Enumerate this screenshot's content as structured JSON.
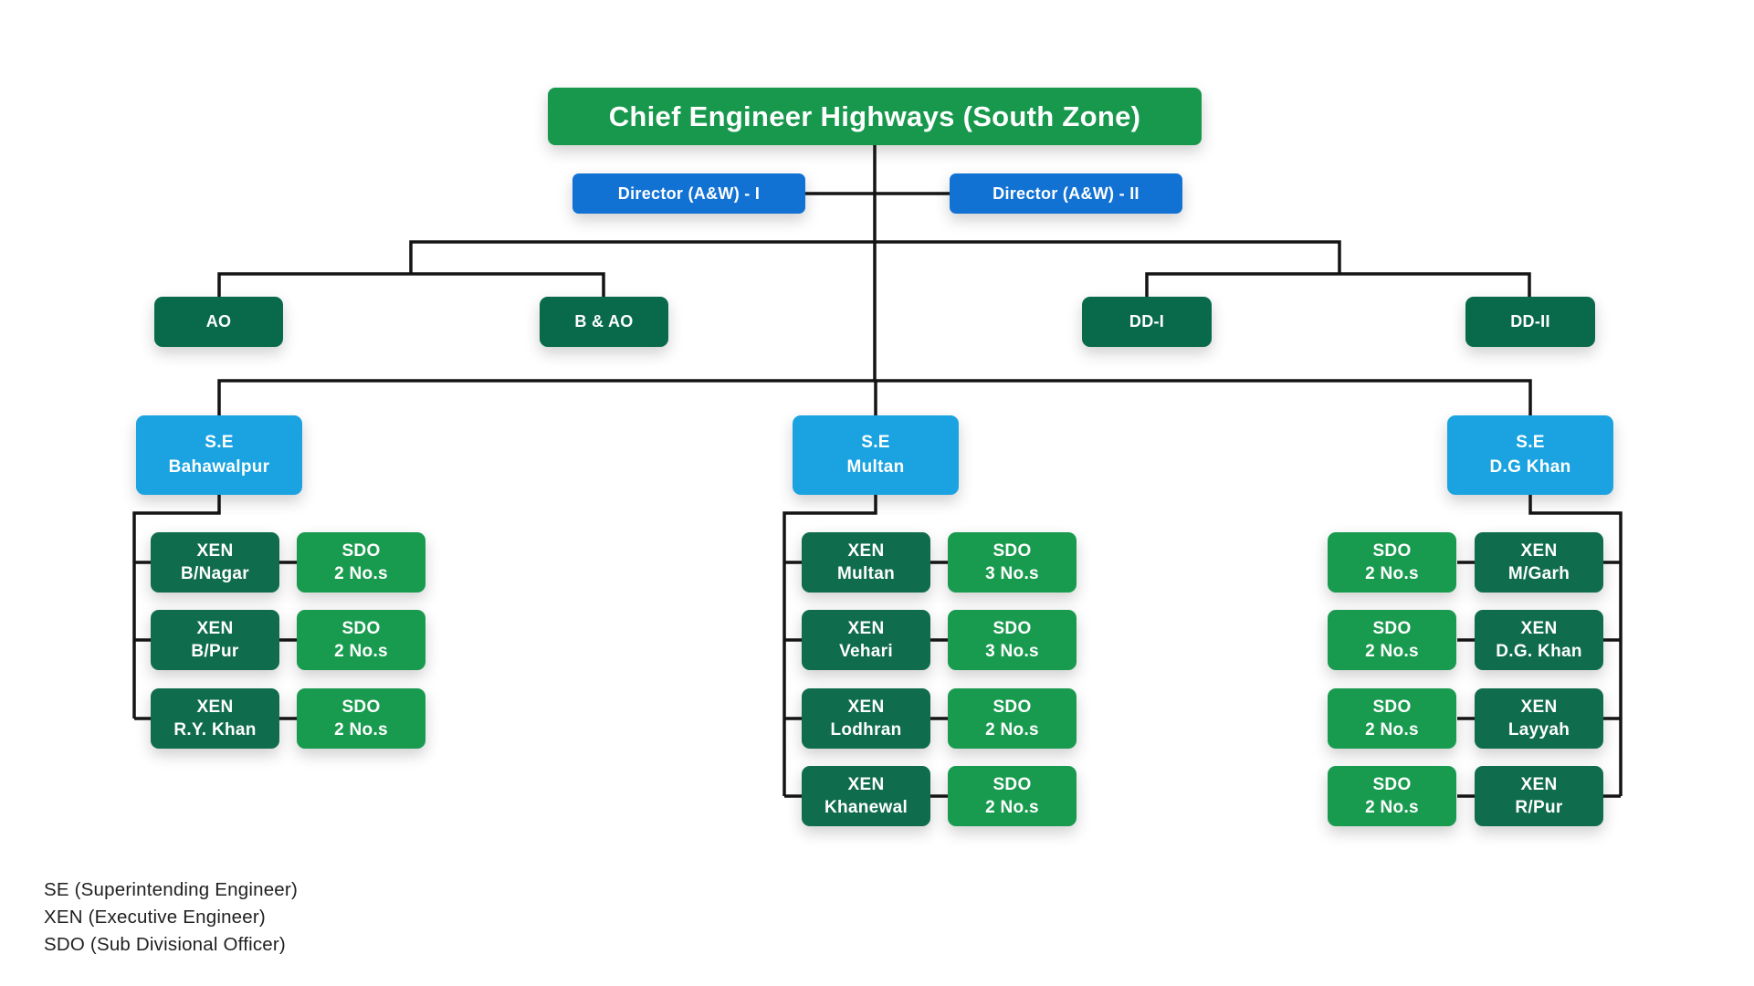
{
  "title": "Chief Engineer Highways (South Zone)",
  "directors": [
    {
      "label": "Director (A&W) - I"
    },
    {
      "label": "Director (A&W) - II"
    }
  ],
  "offices": [
    {
      "label": "AO"
    },
    {
      "label": "B & AO"
    },
    {
      "label": "DD-I"
    },
    {
      "label": "DD-II"
    }
  ],
  "regions": [
    {
      "se": {
        "line1": "S.E",
        "line2": "Bahawalpur"
      },
      "rows": [
        {
          "xen": {
            "line1": "XEN",
            "line2": "B/Nagar"
          },
          "sdo": {
            "line1": "SDO",
            "line2": "2 No.s"
          }
        },
        {
          "xen": {
            "line1": "XEN",
            "line2": "B/Pur"
          },
          "sdo": {
            "line1": "SDO",
            "line2": "2 No.s"
          }
        },
        {
          "xen": {
            "line1": "XEN",
            "line2": "R.Y. Khan"
          },
          "sdo": {
            "line1": "SDO",
            "line2": "2 No.s"
          }
        }
      ]
    },
    {
      "se": {
        "line1": "S.E",
        "line2": "Multan"
      },
      "rows": [
        {
          "xen": {
            "line1": "XEN",
            "line2": "Multan"
          },
          "sdo": {
            "line1": "SDO",
            "line2": "3 No.s"
          }
        },
        {
          "xen": {
            "line1": "XEN",
            "line2": "Vehari"
          },
          "sdo": {
            "line1": "SDO",
            "line2": "3 No.s"
          }
        },
        {
          "xen": {
            "line1": "XEN",
            "line2": "Lodhran"
          },
          "sdo": {
            "line1": "SDO",
            "line2": "2 No.s"
          }
        },
        {
          "xen": {
            "line1": "XEN",
            "line2": "Khanewal"
          },
          "sdo": {
            "line1": "SDO",
            "line2": "2 No.s"
          }
        }
      ]
    },
    {
      "se": {
        "line1": "S.E",
        "line2": "D.G Khan"
      },
      "rows": [
        {
          "xen": {
            "line1": "XEN",
            "line2": "M/Garh"
          },
          "sdo": {
            "line1": "SDO",
            "line2": "2 No.s"
          }
        },
        {
          "xen": {
            "line1": "XEN",
            "line2": "D.G. Khan"
          },
          "sdo": {
            "line1": "SDO",
            "line2": "2 No.s"
          }
        },
        {
          "xen": {
            "line1": "XEN",
            "line2": "Layyah"
          },
          "sdo": {
            "line1": "SDO",
            "line2": "2 No.s"
          }
        },
        {
          "xen": {
            "line1": "XEN",
            "line2": "R/Pur"
          },
          "sdo": {
            "line1": "SDO",
            "line2": "2 No.s"
          }
        }
      ]
    }
  ],
  "legend": {
    "items": [
      "SE (Superintending Engineer)",
      "XEN (Executive Engineer)",
      "SDO (Sub Divisional Officer)"
    ]
  },
  "colors": {
    "root_green": "#17984d",
    "director_blue": "#1272d4",
    "office_dark_green": "#086a4b",
    "xen_dark_green": "#0f6c4c",
    "sdo_green": "#199b4f",
    "se_light_blue": "#1ba3e1",
    "connector_line": "#141414",
    "background": "#ffffff"
  }
}
